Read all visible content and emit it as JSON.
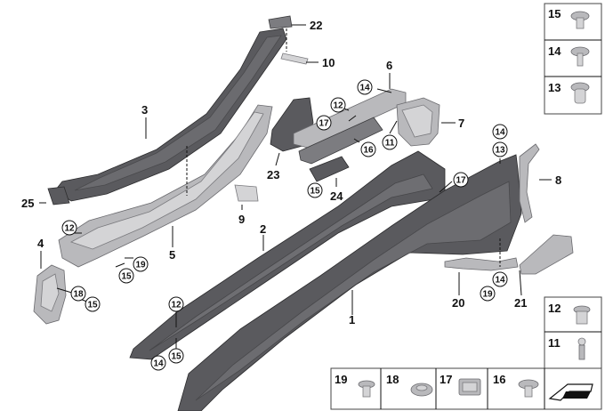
{
  "callouts": {
    "c1": "1",
    "c2": "2",
    "c3": "3",
    "c4": "4",
    "c5": "5",
    "c6": "6",
    "c7": "7",
    "c8": "8",
    "c9": "9",
    "c10": "10",
    "c20": "20",
    "c21": "21",
    "c22": "22",
    "c23": "23",
    "c24": "24",
    "c25": "25",
    "r12a": "12",
    "r12b": "12",
    "r12c": "12",
    "r14a": "14",
    "r14b": "14",
    "r14c": "14",
    "r14d": "14",
    "r13a": "13",
    "r15a": "15",
    "r15b": "15",
    "r15c": "15",
    "r15d": "15",
    "r16a": "16",
    "r17a": "17",
    "r17b": "17",
    "r18a": "18",
    "r19a": "19",
    "r19b": "19",
    "r11a": "11"
  },
  "fastener_boxes": {
    "right": [
      "15",
      "14",
      "13"
    ],
    "right_lower": [
      "12",
      "11"
    ],
    "bottom": [
      "19",
      "18",
      "17",
      "16"
    ]
  },
  "colors": {
    "part_dark": "#5a5a5e",
    "part_light": "#b9b9bc"
  }
}
